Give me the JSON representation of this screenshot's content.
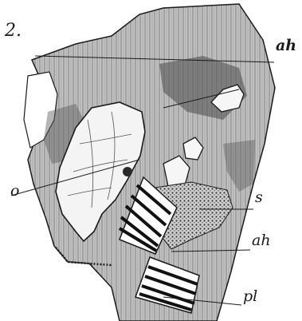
{
  "figure": {
    "number": "2.",
    "labels": {
      "ah_top": "ah",
      "o": "o",
      "s": "s",
      "ah_mid": "ah",
      "pl": "pl"
    }
  },
  "colors": {
    "ink": "#1a1a1a",
    "tissue": "#b8b8b8",
    "paper": "#ffffff"
  }
}
